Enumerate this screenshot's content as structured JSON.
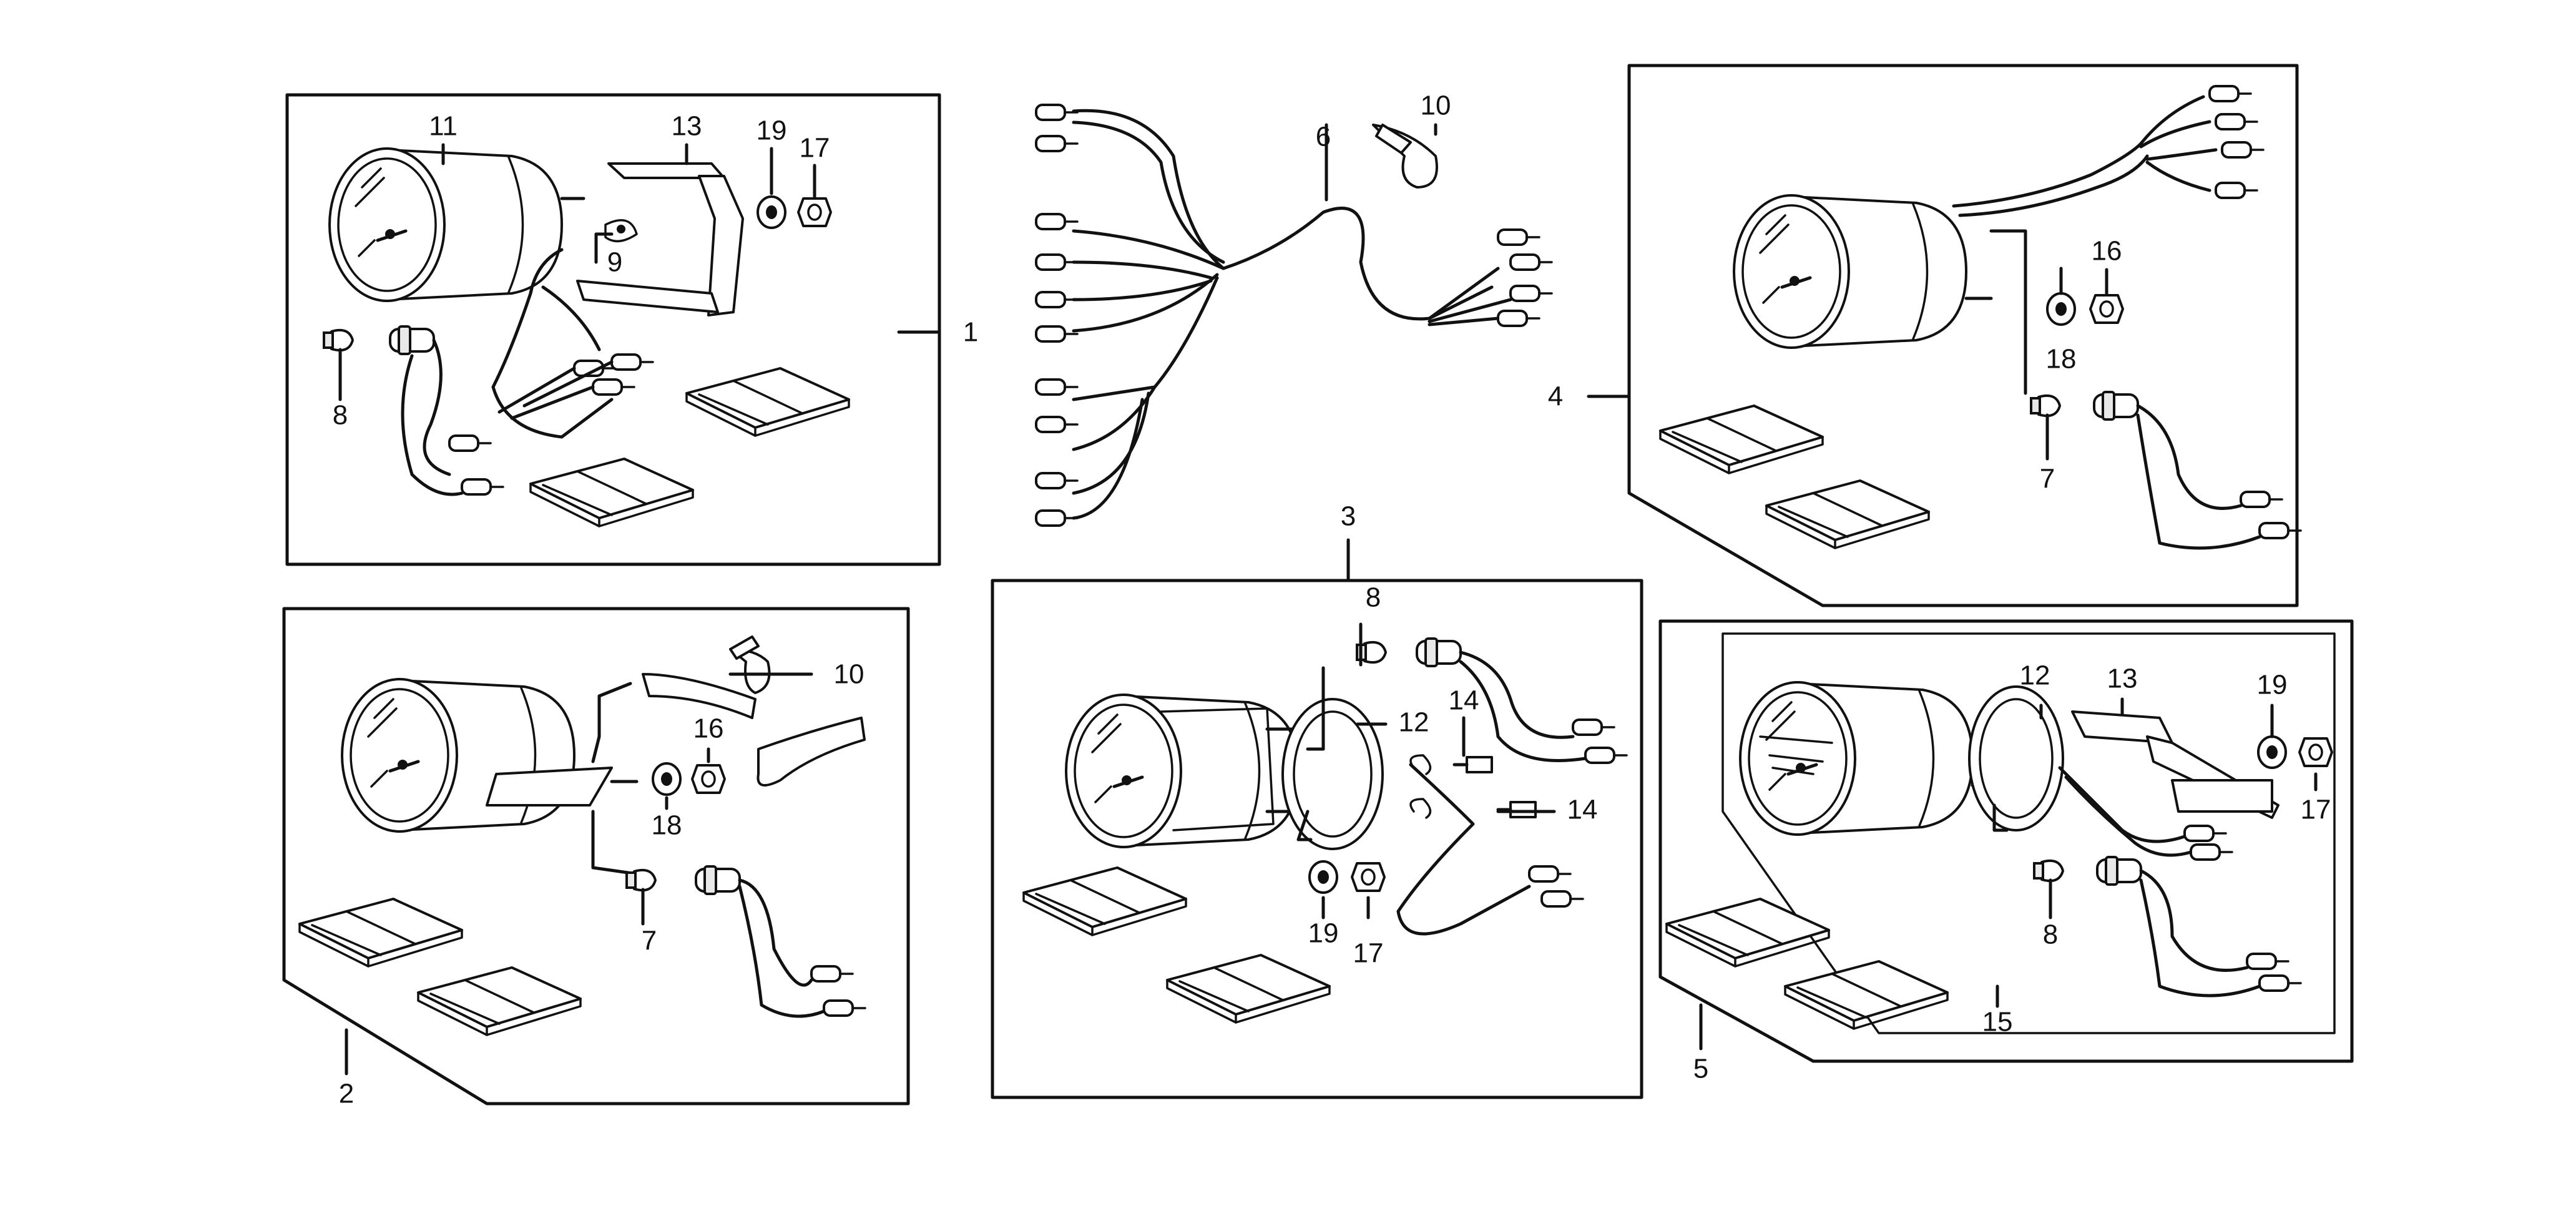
{
  "callouts": {
    "c1": "1",
    "c2": "2",
    "c3": "3",
    "c4": "4",
    "c5": "5",
    "c6": "6",
    "c7a": "7",
    "c7b": "7",
    "c8a": "8",
    "c8b": "8",
    "c8c": "8",
    "c9": "9",
    "c10a": "10",
    "c10b": "10",
    "c11": "11",
    "c12a": "12",
    "c12b": "12",
    "c13a": "13",
    "c13b": "13",
    "c14a": "14",
    "c14b": "14",
    "c15": "15",
    "c16a": "16",
    "c16b": "16",
    "c17a": "17",
    "c17b": "17",
    "c17c": "17",
    "c18a": "18",
    "c18b": "18",
    "c19a": "19",
    "c19b": "19",
    "c19c": "19"
  }
}
